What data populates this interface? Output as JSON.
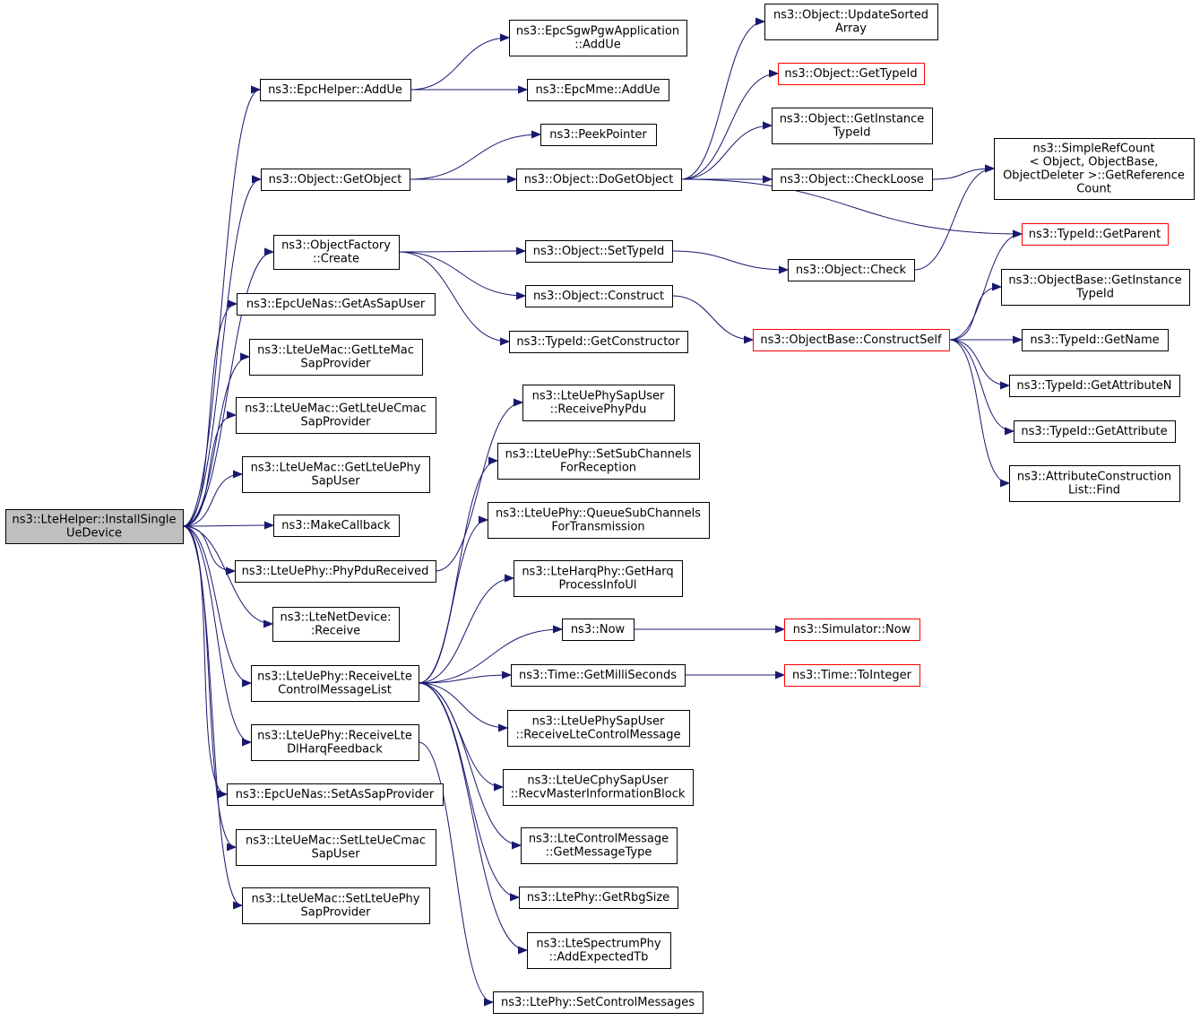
{
  "nodes": [
    {
      "id": "root",
      "lines": [
        "ns3::LteHelper::InstallSingle",
        "UeDevice"
      ],
      "style": "root"
    },
    {
      "id": "epchelper_addue",
      "lines": [
        "ns3::EpcHelper::AddUe"
      ]
    },
    {
      "id": "object_getobject",
      "lines": [
        "ns3::Object::GetObject"
      ]
    },
    {
      "id": "objectfactory_create",
      "lines": [
        "ns3::ObjectFactory",
        "::Create"
      ]
    },
    {
      "id": "epcuenas_getassapuser",
      "lines": [
        "ns3::EpcUeNas::GetAsSapUser"
      ]
    },
    {
      "id": "lteuemac_getltemacsapprovider",
      "lines": [
        "ns3::LteUeMac::GetLteMac",
        "SapProvider"
      ]
    },
    {
      "id": "lteuemac_getlteuecmacsapprovider",
      "lines": [
        "ns3::LteUeMac::GetLteUeCmac",
        "SapProvider"
      ]
    },
    {
      "id": "lteuemac_getlteuephysapuser",
      "lines": [
        "ns3::LteUeMac::GetLteUePhy",
        "SapUser"
      ]
    },
    {
      "id": "makecallback",
      "lines": [
        "ns3::MakeCallback"
      ]
    },
    {
      "id": "lteuephy_phypdureceived",
      "lines": [
        "ns3::LteUePhy::PhyPduReceived"
      ]
    },
    {
      "id": "ltenetdevice_receive",
      "lines": [
        "ns3::LteNetDevice:",
        ":Receive"
      ]
    },
    {
      "id": "lteuephy_receivelte_cml",
      "lines": [
        "ns3::LteUePhy::ReceiveLte",
        "ControlMessageList"
      ]
    },
    {
      "id": "lteuephy_receivelte_dlharq",
      "lines": [
        "ns3::LteUePhy::ReceiveLte",
        "DlHarqFeedback"
      ]
    },
    {
      "id": "epcuenas_setassapprovider",
      "lines": [
        "ns3::EpcUeNas::SetAsSapProvider"
      ]
    },
    {
      "id": "lteuemac_setlteuecmacsapuser",
      "lines": [
        "ns3::LteUeMac::SetLteUeCmac",
        "SapUser"
      ]
    },
    {
      "id": "lteuemac_setlteuephysapprovider",
      "lines": [
        "ns3::LteUeMac::SetLteUePhy",
        "SapProvider"
      ]
    },
    {
      "id": "epcsgwpgw_addue",
      "lines": [
        "ns3::EpcSgwPgwApplication",
        "::AddUe"
      ]
    },
    {
      "id": "epcmme_addue",
      "lines": [
        "ns3::EpcMme::AddUe"
      ]
    },
    {
      "id": "peekpointer",
      "lines": [
        "ns3::PeekPointer"
      ]
    },
    {
      "id": "object_dogetobject",
      "lines": [
        "ns3::Object::DoGetObject"
      ]
    },
    {
      "id": "object_settypeid",
      "lines": [
        "ns3::Object::SetTypeId"
      ]
    },
    {
      "id": "object_construct",
      "lines": [
        "ns3::Object::Construct"
      ]
    },
    {
      "id": "typeid_getconstructor",
      "lines": [
        "ns3::TypeId::GetConstructor"
      ]
    },
    {
      "id": "lteuephysapuser_receivephypdu",
      "lines": [
        "ns3::LteUePhySapUser",
        "::ReceivePhyPdu"
      ]
    },
    {
      "id": "lteuephy_setsubchannels",
      "lines": [
        "ns3::LteUePhy::SetSubChannels",
        "ForReception"
      ]
    },
    {
      "id": "lteuephy_queuesubchannels",
      "lines": [
        "ns3::LteUePhy::QueueSubChannels",
        "ForTransmission"
      ]
    },
    {
      "id": "lteharqphy_getharq",
      "lines": [
        "ns3::LteHarqPhy::GetHarq",
        "ProcessInfoUl"
      ]
    },
    {
      "id": "now",
      "lines": [
        "ns3::Now"
      ]
    },
    {
      "id": "time_getmilliseconds",
      "lines": [
        "ns3::Time::GetMilliSeconds"
      ]
    },
    {
      "id": "lteuephysapuser_receivectrl",
      "lines": [
        "ns3::LteUePhySapUser",
        "::ReceiveLteControlMessage"
      ]
    },
    {
      "id": "lteuecphysapuser_recvmib",
      "lines": [
        "ns3::LteUeCphySapUser",
        "::RecvMasterInformationBlock"
      ]
    },
    {
      "id": "ltecontrolmessage_getmessagetype",
      "lines": [
        "ns3::LteControlMessage",
        "::GetMessageType"
      ]
    },
    {
      "id": "ltephy_getrbgsize",
      "lines": [
        "ns3::LtePhy::GetRbgSize"
      ]
    },
    {
      "id": "ltespectrumphy_addexpectedtb",
      "lines": [
        "ns3::LteSpectrumPhy",
        "::AddExpectedTb"
      ]
    },
    {
      "id": "ltephy_setcontrolmessages",
      "lines": [
        "ns3::LtePhy::SetControlMessages"
      ]
    },
    {
      "id": "object_updatesortedarray",
      "lines": [
        "ns3::Object::UpdateSorted",
        "Array"
      ]
    },
    {
      "id": "object_gettypeid",
      "lines": [
        "ns3::Object::GetTypeId"
      ],
      "style": "red"
    },
    {
      "id": "object_getinstancetypeid",
      "lines": [
        "ns3::Object::GetInstance",
        "TypeId"
      ]
    },
    {
      "id": "object_checkloose",
      "lines": [
        "ns3::Object::CheckLoose"
      ]
    },
    {
      "id": "object_check",
      "lines": [
        "ns3::Object::Check"
      ]
    },
    {
      "id": "objectbase_constructself",
      "lines": [
        "ns3::ObjectBase::ConstructSelf"
      ],
      "style": "red"
    },
    {
      "id": "simulator_now",
      "lines": [
        "ns3::Simulator::Now"
      ],
      "style": "red"
    },
    {
      "id": "time_tointeger",
      "lines": [
        "ns3::Time::ToInteger"
      ],
      "style": "red"
    },
    {
      "id": "simplerefcount",
      "lines": [
        "ns3::SimpleRefCount",
        "< Object, ObjectBase,",
        "ObjectDeleter >::GetReference",
        "Count"
      ]
    },
    {
      "id": "typeid_getparent",
      "lines": [
        "ns3::TypeId::GetParent"
      ],
      "style": "red"
    },
    {
      "id": "objectbase_getinstancetypeid",
      "lines": [
        "ns3::ObjectBase::GetInstance",
        "TypeId"
      ]
    },
    {
      "id": "typeid_getname",
      "lines": [
        "ns3::TypeId::GetName"
      ]
    },
    {
      "id": "typeid_getattributen",
      "lines": [
        "ns3::TypeId::GetAttributeN"
      ]
    },
    {
      "id": "typeid_getattribute",
      "lines": [
        "ns3::TypeId::GetAttribute"
      ]
    },
    {
      "id": "attributeconstructionlist_find",
      "lines": [
        "ns3::AttributeConstruction",
        "List::Find"
      ]
    }
  ]
}
